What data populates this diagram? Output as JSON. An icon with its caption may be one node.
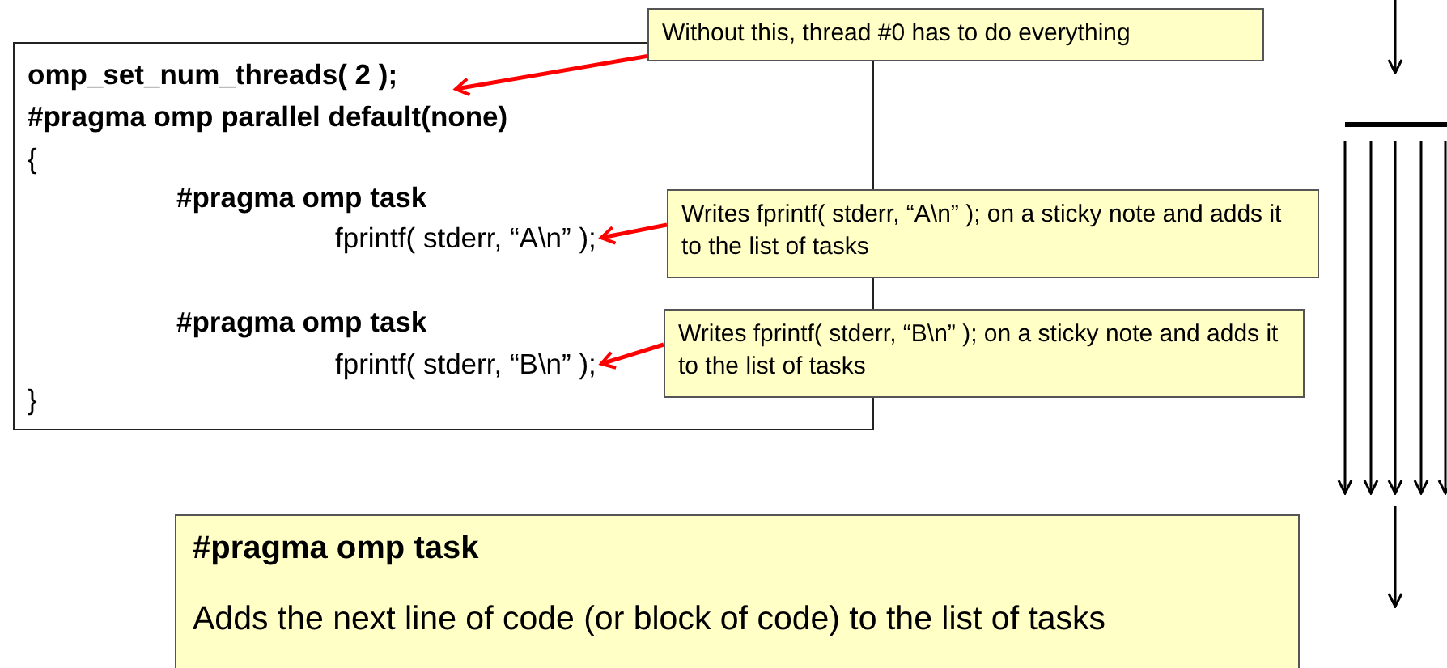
{
  "diagram": {
    "nodes": [
      {
        "text": [],
        "shape": "box"
      },
      {
        "text": [
          "omp_set_num_threads( 2 );"
        ],
        "in": 0
      },
      {
        "text": [
          "#pragma omp parallel default(none)"
        ],
        "in": 0
      },
      {
        "text": [
          "{"
        ],
        "in": 0
      },
      {
        "text": [
          "#pragma omp task"
        ],
        "in": 0
      },
      {
        "text": [
          "fprintf( stderr, “A\\n” );"
        ],
        "in": 0
      },
      {
        "text": [
          "#pragma omp task"
        ],
        "in": 0
      },
      {
        "text": [
          "fprintf( stderr, “B\\n” );"
        ],
        "in": 0
      },
      {
        "text": [
          "}"
        ],
        "in": 0
      },
      {
        "text": [
          "Without this, thread #0 has to do everything"
        ]
      },
      {
        "text": [
          "Writes fprintf( stderr, “A\\n” ); on a sticky note and adds it to the list of tasks"
        ]
      },
      {
        "text": [
          "Writes fprintf( stderr, “B\\n” ); on a sticky note and adds it to the list of tasks"
        ]
      },
      {
        "text": [
          "#pragma omp task",
          "Adds the next line of code (or block of code) to the list of tasks"
        ]
      }
    ],
    "edges": [
      {
        "from": 9,
        "to": 1,
        "arrow": "to"
      },
      {
        "from": 10,
        "to": 5,
        "arrow": "to"
      },
      {
        "from": 11,
        "to": 7,
        "arrow": "to"
      }
    ]
  }
}
